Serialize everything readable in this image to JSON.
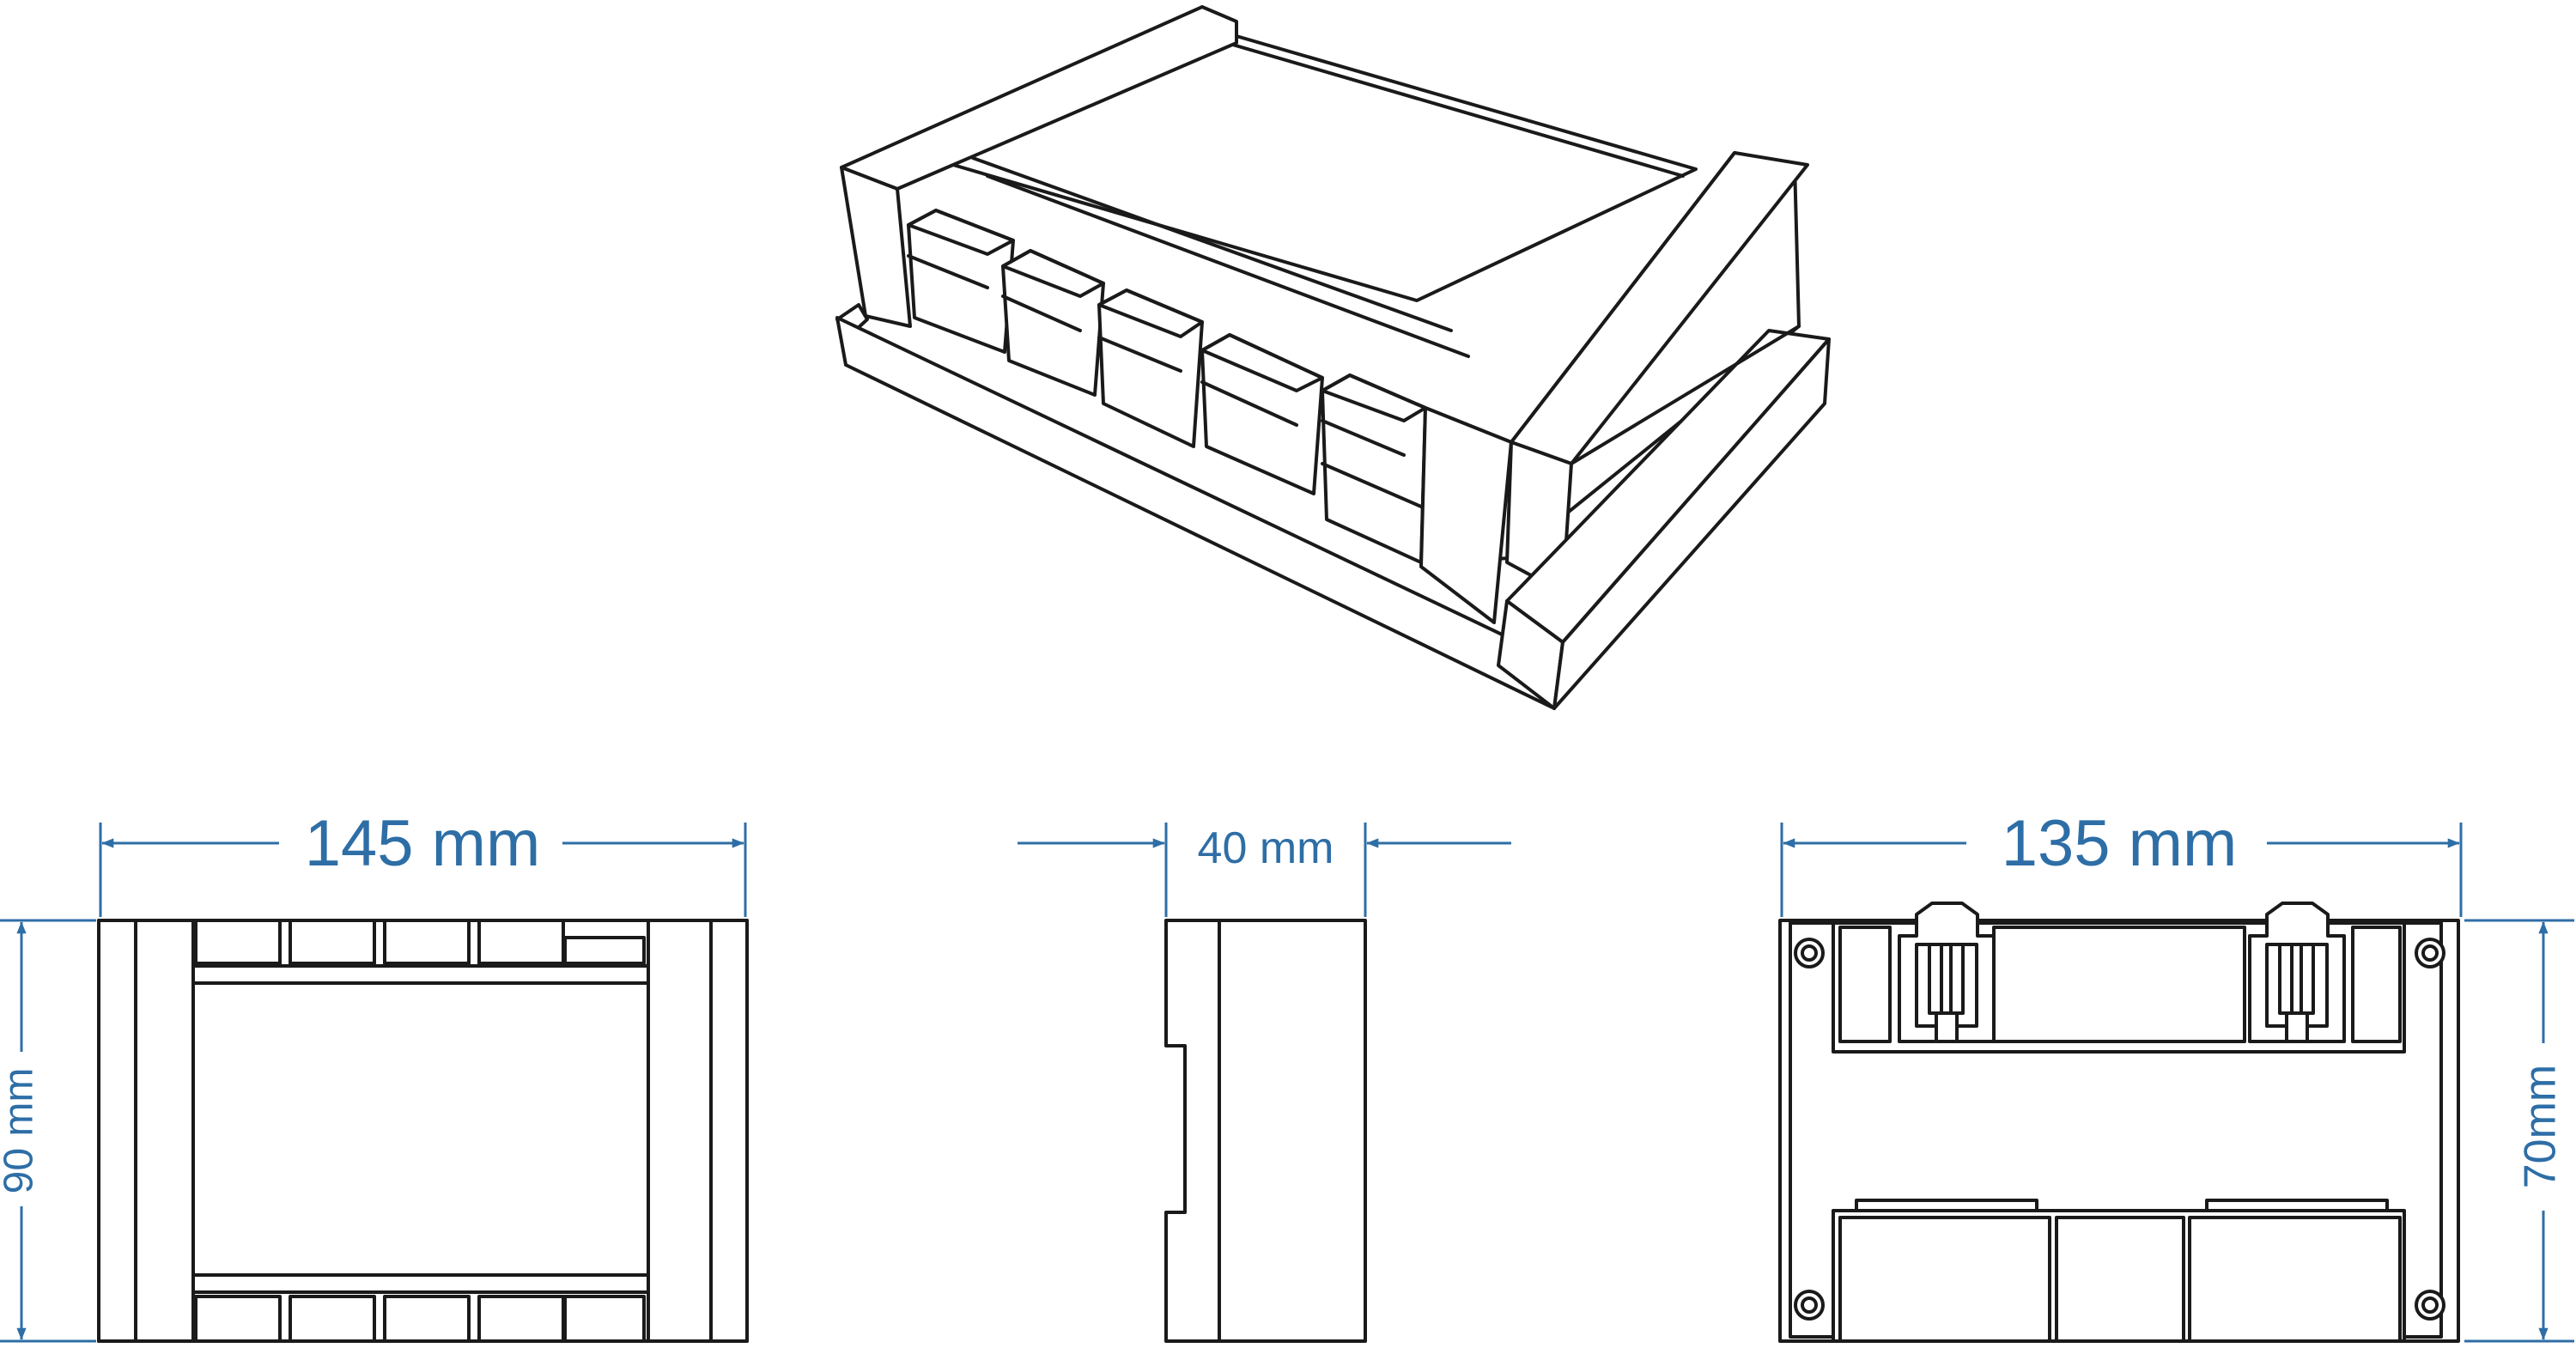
{
  "dimensions": {
    "front_width": "145 mm",
    "front_height": "90 mm",
    "side_depth": "40 mm",
    "back_width": "135 mm",
    "back_height": "70mm"
  },
  "colors": {
    "line": "#1a1a1a",
    "dimension": "#2e6ea6",
    "background": "#ffffff"
  }
}
